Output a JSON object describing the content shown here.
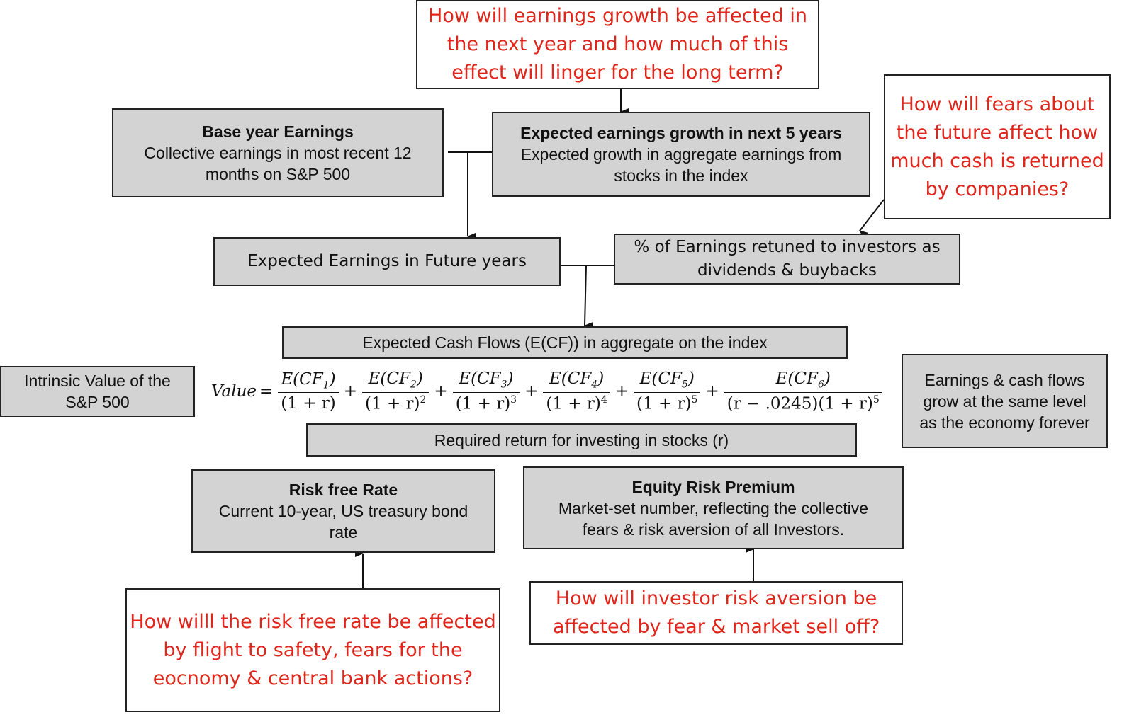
{
  "questions": {
    "earnings_growth": "How will earnings growth be affected in the next year and how much of this effect will linger for the long term?",
    "earnings_growth_lines": [
      "How will earnings growth be affected in",
      "the next year and how much of this",
      "effect will linger for the long term?"
    ],
    "cash_returned_lines": [
      "How will fears about",
      "the future affect how",
      "much cash is returned",
      "by companies?"
    ],
    "risk_free_lines": [
      "How willl the risk free rate be affected",
      "by flight to safety, fears for the",
      "eocnomy & central bank actions?"
    ],
    "risk_aversion_lines": [
      "How will investor risk aversion be",
      "affected by fear & market sell off?"
    ]
  },
  "boxes": {
    "base_year": {
      "title": "Base year Earnings",
      "line1": "Collective earnings in most recent 12",
      "line2": "months on S&P 500"
    },
    "growth": {
      "title": "Expected earnings growth in next 5 years",
      "line1": "Expected growth in aggregate earnings from",
      "line2": "stocks in the index"
    },
    "future_earnings": {
      "label": "Expected Earnings in Future years"
    },
    "payout": {
      "line1": "% of Earnings retuned to investors as",
      "line2": "dividends & buybacks"
    },
    "cash_flows": {
      "label": "Expected Cash Flows (E(CF)) in aggregate on the index"
    },
    "intrinsic": {
      "line1": "Intrinsic Value of the",
      "line2": "S&P 500"
    },
    "terminal": {
      "line1": "Earnings & cash flows",
      "line2": "grow at the same level",
      "line3": "as the economy forever"
    },
    "required_return": {
      "label": "Required return for investing in stocks (r)"
    },
    "risk_free": {
      "title": "Risk free Rate",
      "line1": "Current 10-year, US treasury bond",
      "line2": "rate"
    },
    "erp": {
      "title": "Equity Risk Premium",
      "line1": "Market-set number, reflecting the collective",
      "line2": "fears & risk aversion of all Investors."
    }
  },
  "formula": {
    "lhs": "Value",
    "terms": [
      {
        "num": "E(CF",
        "sub": "1",
        "den": "(1 + r)",
        "exp": ""
      },
      {
        "num": "E(CF",
        "sub": "2",
        "den": "(1 + r)",
        "exp": "2"
      },
      {
        "num": "E(CF",
        "sub": "3",
        "den": "(1 + r)",
        "exp": "3"
      },
      {
        "num": "E(CF",
        "sub": "4",
        "den": "(1 + r)",
        "exp": "4"
      },
      {
        "num": "E(CF",
        "sub": "5",
        "den": "(1 + r)",
        "exp": "5"
      },
      {
        "num": "E(CF",
        "sub": "6",
        "den": "(r − .0245)(1 + r)",
        "exp": "5"
      }
    ],
    "terminal_growth_rate": ".0245"
  },
  "colors": {
    "question_red": "#e0251b",
    "box_gray": "#d3d3d3",
    "border": "#222222"
  }
}
